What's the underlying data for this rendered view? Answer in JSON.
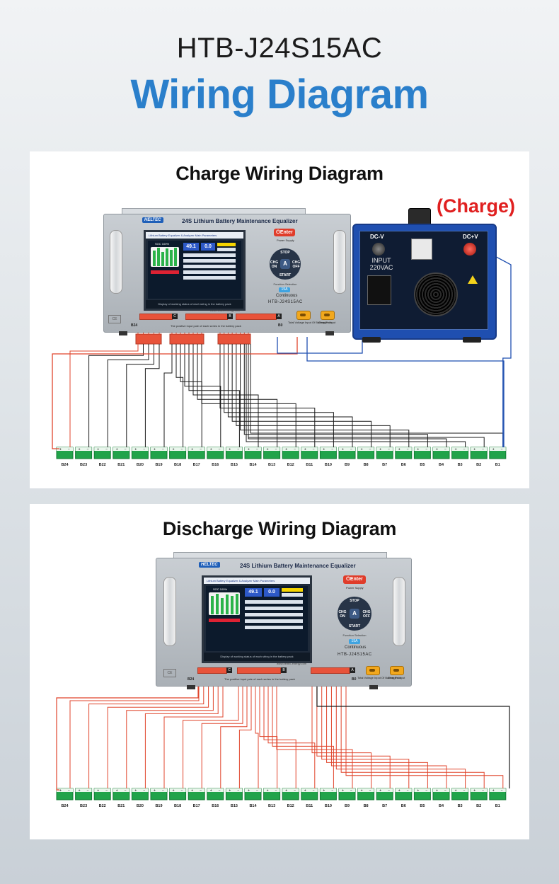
{
  "header": {
    "model": "HTB-J24S15AC",
    "title": "Wiring Diagram"
  },
  "equalizer": {
    "brand": "HELTEC",
    "name": "24S Lithium Battery Maintenance Equalizer",
    "screen_heading": "Lithium Battery Equalizer & Analyzer Main Parameters",
    "soc": "SOC 100%",
    "voltage_readout": "49.1",
    "current_readout": "0.0",
    "screen_footer": "Display of working status of each string in the battery pack",
    "enter_button": "Enter",
    "power_supply": "Power Supply",
    "stop_key": "STOP",
    "start_key": "START",
    "chg_on_key": "CHG ON",
    "chg_off_key": "CHG OFF",
    "center_key": "A",
    "function_selection": "Function Selection",
    "current_badge": "15A",
    "continuous": "Continuous",
    "model_label": "HTB-J24S15AC",
    "website": "www.heltec-energy.com",
    "terminal_groups": [
      "C",
      "B",
      "A"
    ],
    "left_end_label": "B24",
    "right_end_label": "B0",
    "terminal_note": "The positive input pole of each series in the battery pack",
    "total_voltage_input": "Total Voltage Input Of Battery Pack",
    "charger_input": "Charger Input",
    "ce_mark": "CE"
  },
  "charge_panel": {
    "title": "Charge Wiring Diagram",
    "charge_label": "(Charge)",
    "charger": {
      "dc_minus": "DC-V",
      "dc_plus": "DC+V",
      "input": "INPUT",
      "input_voltage": "220VAC"
    }
  },
  "discharge_panel": {
    "title": "Discharge Wiring Diagram"
  },
  "cells": [
    "B24",
    "B23",
    "B22",
    "B21",
    "B20",
    "B19",
    "B18",
    "B17",
    "B16",
    "B15",
    "B14",
    "B13",
    "B12",
    "B11",
    "B10",
    "B9",
    "B8",
    "B7",
    "B6",
    "B5",
    "B4",
    "B3",
    "B2",
    "B1"
  ],
  "colors": {
    "title_blue": "#2a7fcb",
    "charge_red": "#e02020",
    "wire_red": "#e0452c",
    "wire_black": "#1a1a1a",
    "wire_blue": "#1f4fb0",
    "cell_green": "#21a34a"
  },
  "icons": [
    "power-icon",
    "warning-icon",
    "fan-grille-icon"
  ]
}
